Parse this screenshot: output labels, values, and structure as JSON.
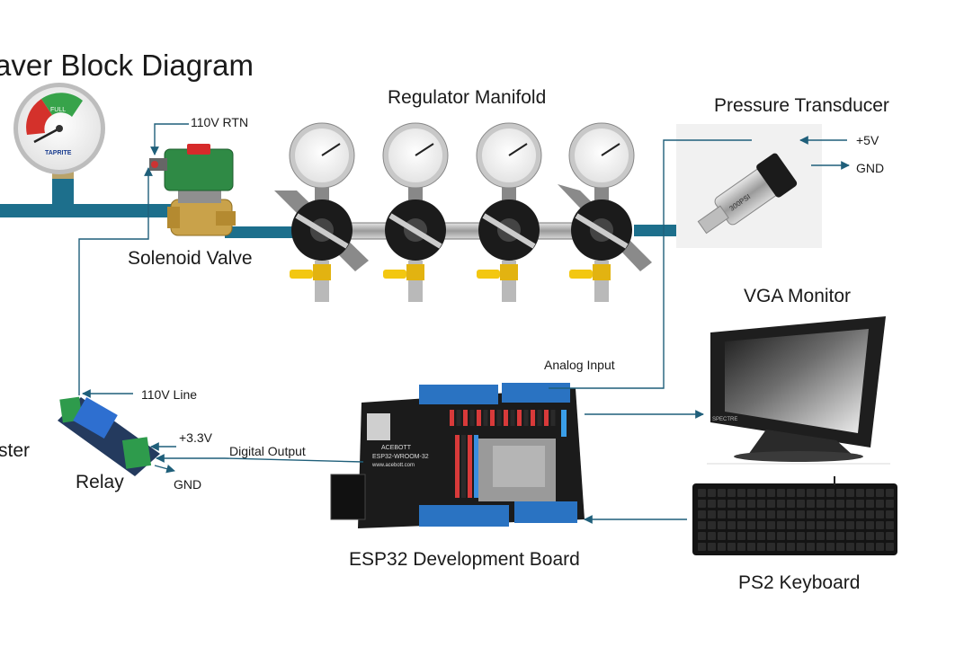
{
  "title": "aver Block Diagram",
  "labels": {
    "regulator_manifold": "Regulator Manifold",
    "pressure_transducer": "Pressure Transducer",
    "solenoid_valve": "Solenoid Valve",
    "vga_monitor": "VGA Monitor",
    "esp32_board": "ESP32 Development Board",
    "ps2_keyboard": "PS2 Keyboard",
    "relay": "Relay",
    "left_cut": "ster"
  },
  "signals": {
    "rtn_110v": "110V RTN",
    "plus_5v": "+5V",
    "gnd_transducer": "GND",
    "analog_input": "Analog Input",
    "line_110v": "110V Line",
    "plus_3v3": "+3.3V",
    "digital_output": "Digital Output",
    "gnd_relay": "GND"
  },
  "device_text": {
    "transducer_rating": "300PSI",
    "board_brand": "ACEBOTT",
    "board_module": "ESP32-WROOM-32",
    "board_url": "www.acebott.com",
    "gauge_zone": "FULL",
    "gauge_brand": "TAPRITE",
    "monitor_brand": "SPECTRE"
  },
  "colors": {
    "pipe": "#1d6f8c",
    "wire": "#1f5f7a",
    "valve_green": "#2f8a45",
    "brass": "#c9a24a",
    "header_blue": "#2a73c2",
    "board_black": "#1b1b1b"
  }
}
